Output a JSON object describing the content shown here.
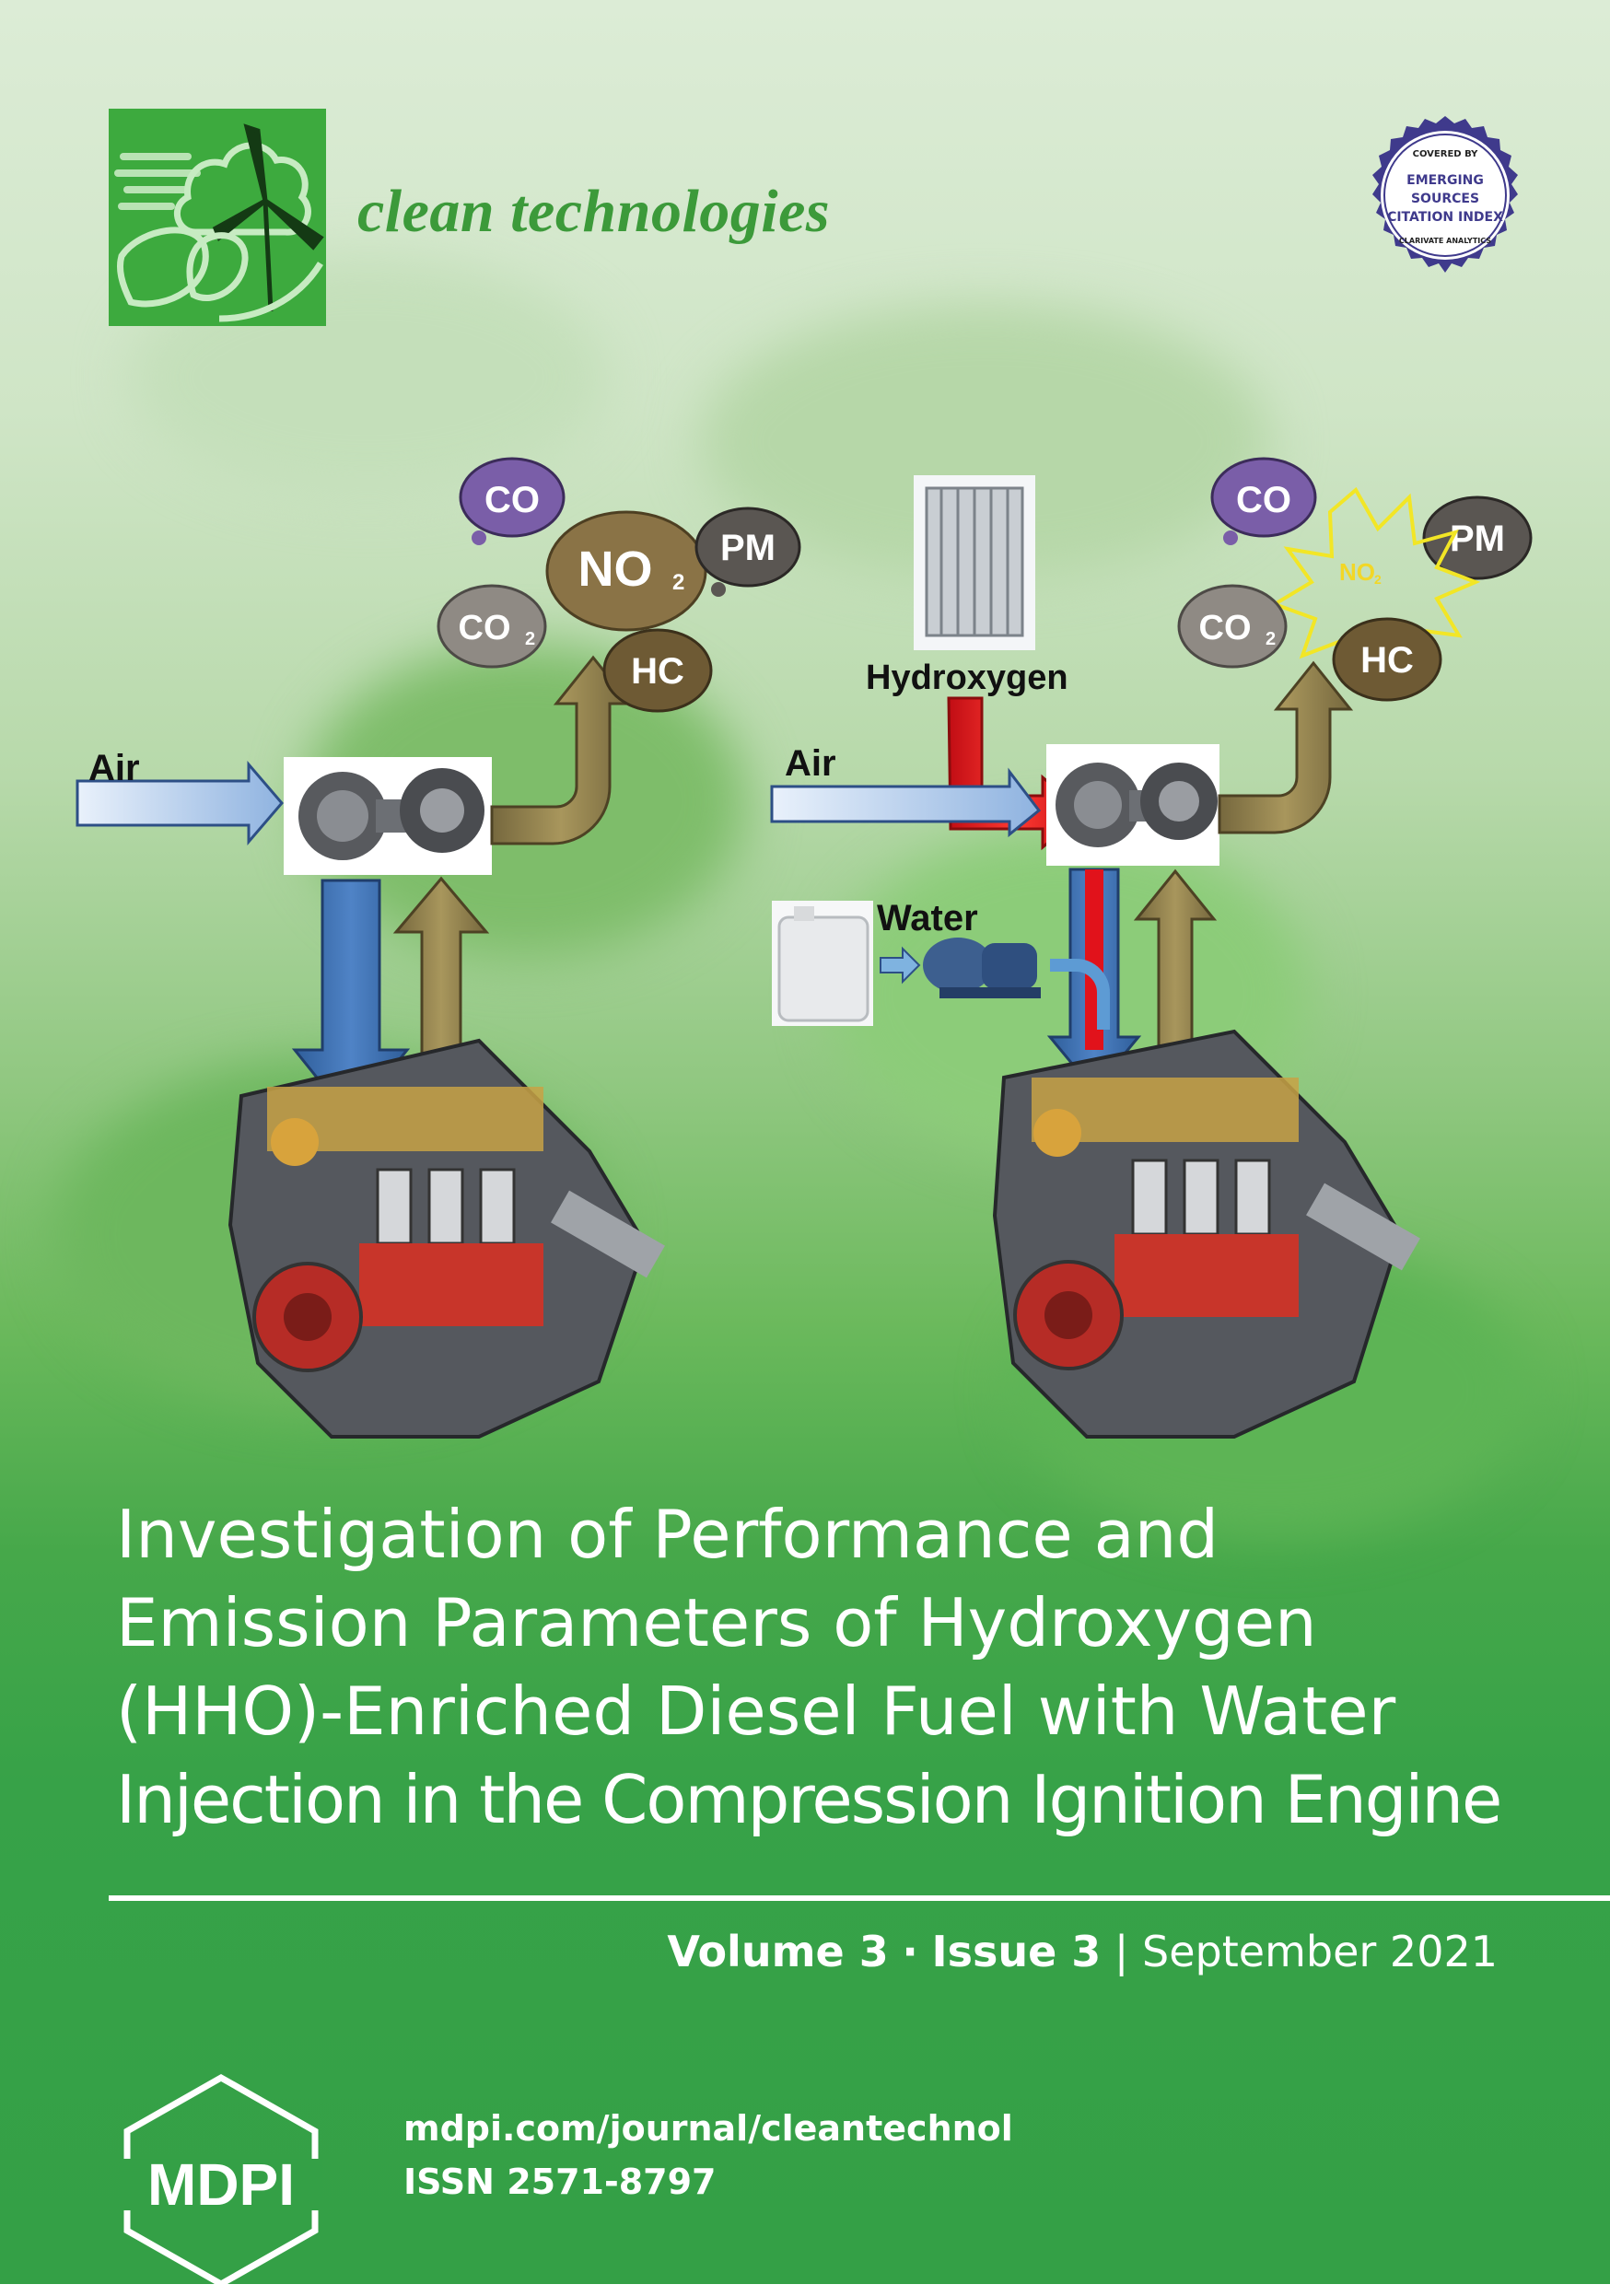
{
  "journal": {
    "name": "clean technologies",
    "badge_lines": [
      "COVERED BY",
      "EMERGING",
      "SOURCES",
      "CITATION INDEX",
      "CLARIVATE ANALYTICS"
    ]
  },
  "diagram": {
    "left": {
      "air_label": "Air",
      "pollutants": [
        "CO",
        "NO",
        "PM",
        "CO",
        "HC"
      ],
      "subscripts": [
        "2",
        "2"
      ]
    },
    "right": {
      "air_label": "Air",
      "hydroxygen_label": "Hydroxygen",
      "water_label": "Water",
      "pollutants": [
        "CO",
        "PM",
        "NO",
        "CO",
        "HC"
      ],
      "subscripts": [
        "2",
        "2"
      ]
    }
  },
  "article": {
    "title_lines": [
      "Investigation of Performance and",
      "Emission Parameters of Hydroxygen",
      "(HHO)-Enriched Diesel Fuel with Water",
      "Injection in the Compression Ignition Engine"
    ]
  },
  "issue": {
    "volume": "Volume 3",
    "separator_dot": "·",
    "issue": "Issue 3",
    "separator_bar": "|",
    "date": "September 2021"
  },
  "publisher": {
    "name": "MDPI",
    "url": "mdpi.com/journal/cleantechnol",
    "issn": "ISSN 2571-8797"
  },
  "colors": {
    "brand_green": "#3daa3e",
    "journal_text": "#3c9a3a",
    "cloud_purple": "#7a5ea8",
    "cloud_brown": "#7e6a3e",
    "cloud_grey": "#8f8a84",
    "arrow_blue": "#3b6aa8",
    "arrow_olive": "#8a7a4a",
    "arrow_red": "#e1121b"
  }
}
